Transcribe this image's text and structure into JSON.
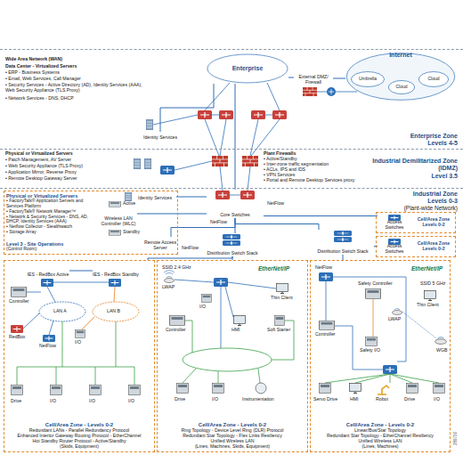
{
  "diagram": {
    "nodes": [
      {
        "text": [
          "Enterprise Zone",
          "Levels 4-5"
        ]
      },
      {
        "text": [
          "Enterprise"
        ],
        "in": 0
      },
      {
        "text": [
          "Internet"
        ],
        "in": 0
      },
      {
        "text": [
          "Umbrella"
        ],
        "in": 2
      },
      {
        "text": [
          "Cloud"
        ],
        "in": 2
      },
      {
        "text": [
          "Cloud"
        ],
        "in": 2
      },
      {
        "text": [
          "Identity Services"
        ],
        "in": 0
      },
      {
        "text": [
          "External DMZ/ Firewall"
        ],
        "in": 0
      },
      {
        "text": [
          "Industrial Demilitarized Zone (IDMZ)",
          "Level 3.5"
        ]
      },
      {
        "text": [
          "Industrial Zone",
          "Levels 0-3",
          "(Plant-wide Network)"
        ]
      },
      {
        "text": [
          "Physical or Virtualized Servers",
          "• FactoryTalk® Application Servers and Services Platform",
          "• FactoryTalk® Network Manager™",
          "• Network & Security Services - DNS, AD, DHCP, Identity Services (AAA)",
          "• Netflow Collector - Stealthwatch",
          "• Storage Array",
          "Level 3 - Site Operations",
          "(Control Room)"
        ],
        "in": 9
      },
      {
        "text": [
          "Core Switches"
        ],
        "in": 9
      },
      {
        "text": [
          "Distribution Switch Stack"
        ],
        "in": 9
      },
      {
        "text": [
          "Distribution Switch Stack"
        ],
        "in": 9
      },
      {
        "text": [
          "Cell/Area Zone Levels 0-2"
        ],
        "in": 9
      },
      {
        "text": [
          "Access Switches"
        ],
        "in": 14
      },
      {
        "text": [
          "Cell/Area Zone Levels 0-2"
        ],
        "in": 9
      },
      {
        "text": [
          "Access Switches"
        ],
        "in": 16
      },
      {
        "text": [
          "Wireless LAN Controller (WLC)"
        ],
        "in": 10
      },
      {
        "text": [
          "Identity Services"
        ],
        "in": 10
      },
      {
        "text": [
          "Remote Access Server"
        ],
        "in": 10
      },
      {
        "text": [
          "Cell/Area Zone - Levels 0-2",
          "Redundant LANs - Parallel Redundancy Protocol",
          "Enhanced Interior Gateway Routing Protocol - EtherChannel",
          "Hot Standby Router Protocol - Active/Standby",
          "(Skids, Equipment)"
        ],
        "in": 9
      },
      {
        "text": [
          "Cell/Area Zone - Levels 0-2",
          "Ring Topology - Device Level Ring (DLR) Protocol",
          "Redundant Star Topology - Flex Links Resiliency",
          "Unified Wireless LAN",
          "(Lines, Machines, Skids, Equipment)"
        ],
        "in": 9
      },
      {
        "text": [
          "Cell/Area Zone - Levels 0-2",
          "Linear/Bus/Star Topology",
          "Redundant Star Topology - EtherChannel Resiliency",
          "Unified Wireless LAN",
          "(Lines, Machines)"
        ],
        "in": 9
      },
      {
        "text": [
          "IES - RedBox Active"
        ],
        "in": 21
      },
      {
        "text": [
          "IES - RedBox Standby"
        ],
        "in": 21
      }
    ],
    "edges": [
      {
        "from": 6,
        "to": 1,
        "arrow": "none"
      },
      {
        "from": 1,
        "to": 7,
        "arrow": "none"
      },
      {
        "from": 7,
        "to": 2,
        "arrow": "none"
      },
      {
        "from": 1,
        "to": 11,
        "arrow": "none"
      },
      {
        "from": 11,
        "to": 19,
        "arrow": "none"
      },
      {
        "from": 11,
        "to": 18,
        "arrow": "none"
      },
      {
        "from": 11,
        "to": 20,
        "arrow": "none"
      },
      {
        "from": 11,
        "to": 12,
        "arrow": "none"
      },
      {
        "from": 11,
        "to": 13,
        "arrow": "none"
      },
      {
        "from": 11,
        "to": 15,
        "arrow": "none"
      },
      {
        "from": 13,
        "to": 17,
        "arrow": "none"
      },
      {
        "from": 12,
        "to": 21,
        "arrow": "none"
      },
      {
        "from": 12,
        "to": 22,
        "arrow": "none"
      },
      {
        "from": 13,
        "to": 23,
        "arrow": "none"
      },
      {
        "from": 24,
        "to": 25,
        "arrow": "none"
      }
    ],
    "labels": [
      "Wide Area Network (WAN)",
      "Data Center - Virtualized Servers",
      "• ERP - Business Systems",
      "• Email, Web Services, Call Manager",
      "• Security Services - Active Directory (AD), Identity Services (AAA), Web Security Appliance (TLS Proxy)",
      "• Network Services - DNS, DHCP",
      "Physical or Virtualized Servers",
      "• Patch Management, AV Server",
      "• Web Security Appliance (TLS Proxy)",
      "• Application Mirror, Reverse Proxy",
      "• Remote Desktop Gateway Server",
      "Plant Firewalls",
      "• Active/Standby",
      "• Inter-zone traffic segmentation",
      "• ACLs, IPS and IDS",
      "• VPN Services",
      "• Portal and Remote Desktop Services proxy",
      "Active",
      "Standby",
      "NetFlow",
      "NetFlow",
      "NetFlow",
      "Controller",
      "LAN A",
      "LAN B",
      "RedBox",
      "NetFlow",
      "I/O",
      "Drive",
      "I/O",
      "I/O",
      "I/O",
      "SSID 2.4 GHz",
      "LWAP",
      "EtherNet/IP",
      "Thin Client",
      "I/O",
      "Controller",
      "HMI",
      "Soft Starter",
      "Drive",
      "I/O",
      "Instrumentation",
      "NetFlow",
      "EtherNet/IP",
      "Safety Controller",
      "SSID 5 GHz",
      "Thin Client",
      "Controller",
      "LWAP",
      "Safety I/O",
      "WGB",
      "Servo Drive",
      "HMI",
      "Robot",
      "Drive",
      "I/O",
      "289706"
    ]
  }
}
